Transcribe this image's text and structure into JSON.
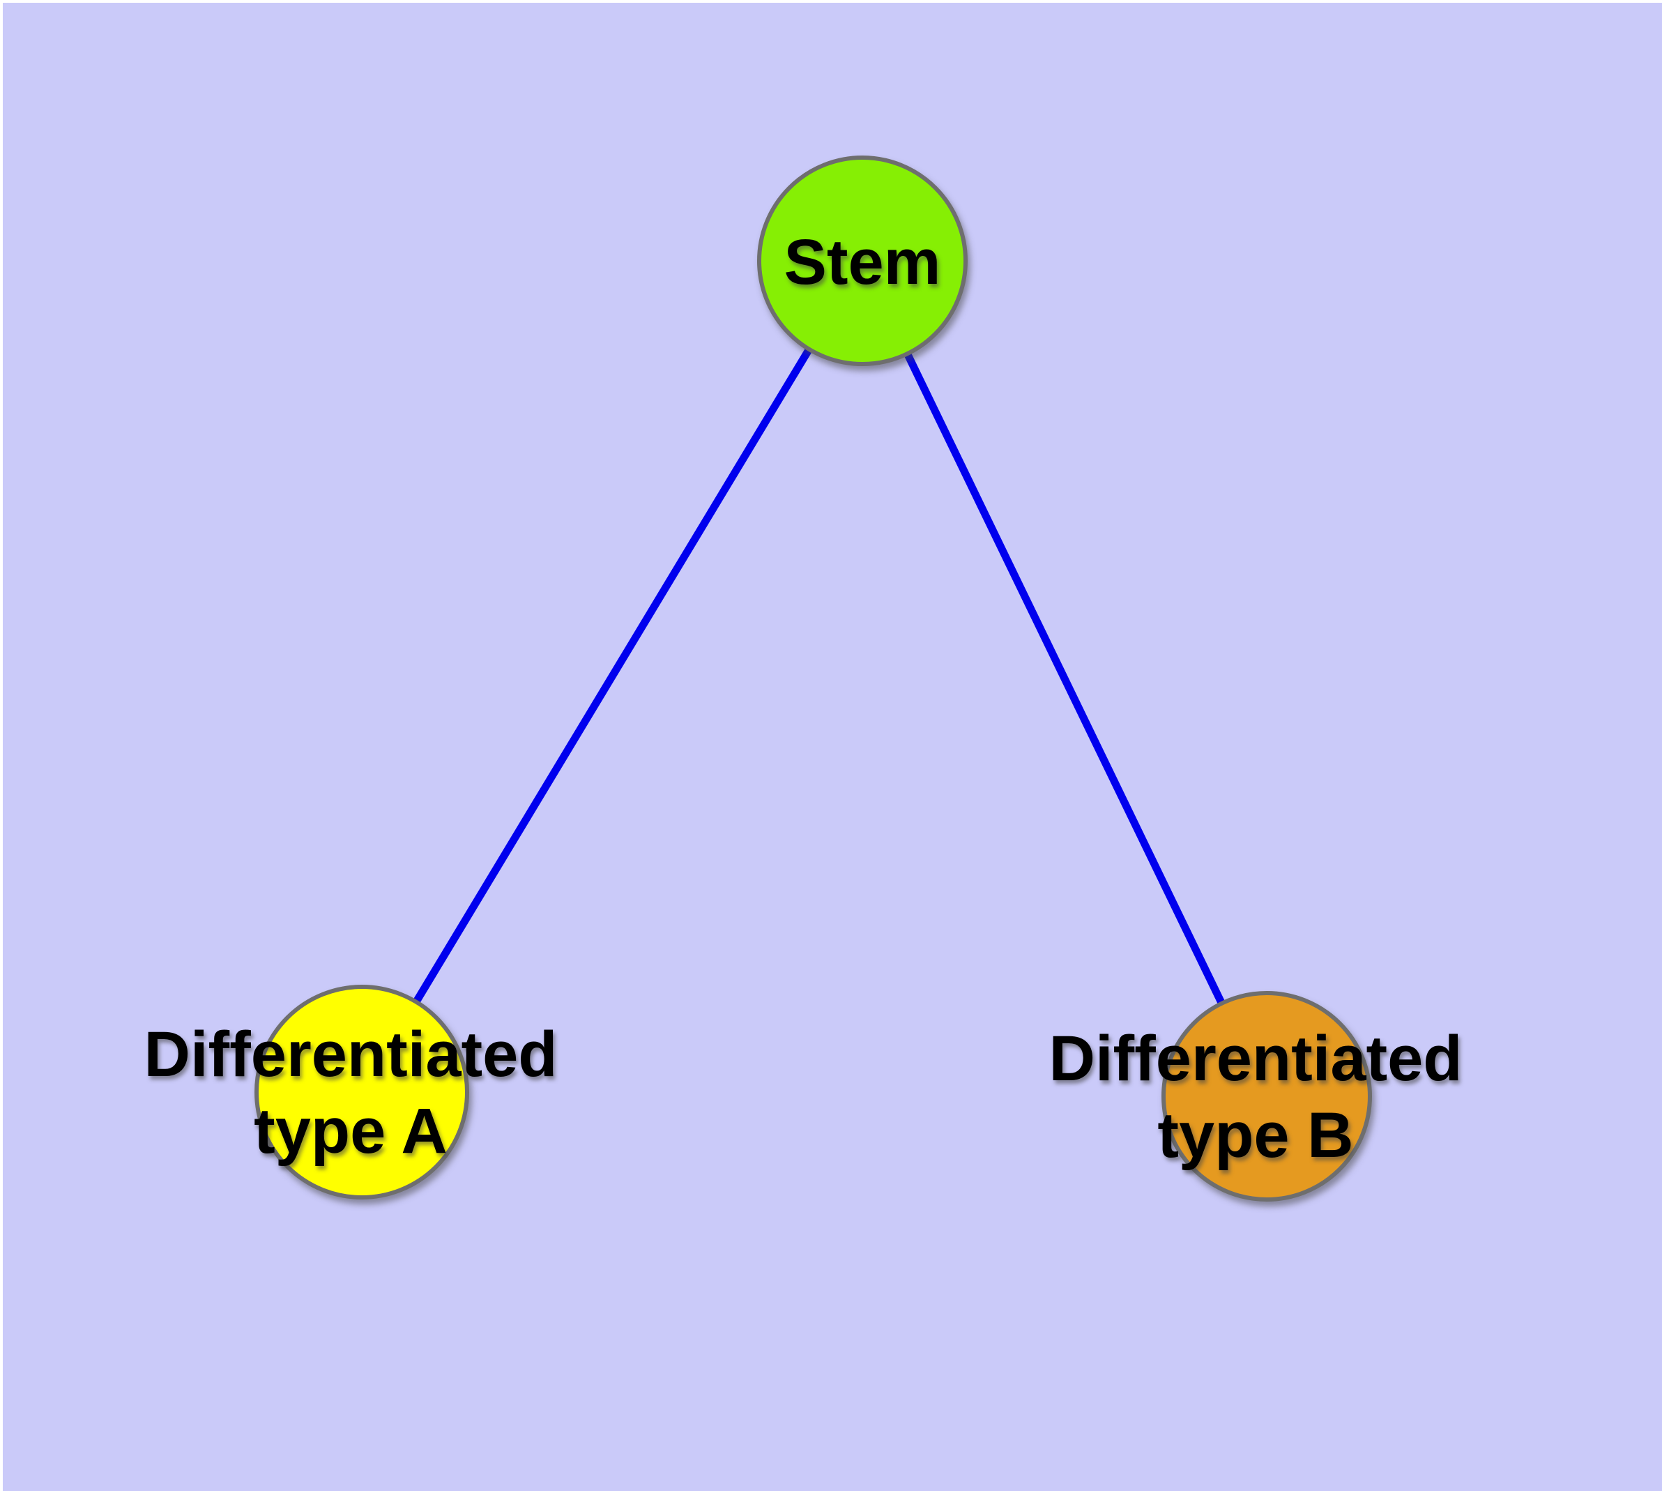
{
  "diagram": {
    "type": "graph",
    "description": "Stem cell differentiation diagram: one stem node with two edges to differentiated cell type nodes",
    "colors": {
      "background": "#cacaf9",
      "edge": "#0000ee",
      "node_border": "#6e6e6e",
      "stem_fill": "#86ef04",
      "type_a_fill": "#ffff00",
      "type_b_fill": "#e59a20",
      "label_text": "#000000"
    },
    "nodes": [
      {
        "id": "stem",
        "label": "Stem",
        "label_line1": "Stem",
        "label_line2": "",
        "fill": "#86ef04"
      },
      {
        "id": "type-a",
        "label": "Differentiated type A",
        "label_line1": "Differentiated",
        "label_line2": "type A",
        "fill": "#ffff00"
      },
      {
        "id": "type-b",
        "label": "Differentiated type B",
        "label_line1": "Differentiated",
        "label_line2": "type B",
        "fill": "#e59a20"
      }
    ],
    "edges": [
      {
        "from": "Stem",
        "to": "Differentiated type A"
      },
      {
        "from": "Stem",
        "to": "Differentiated type B"
      }
    ]
  }
}
